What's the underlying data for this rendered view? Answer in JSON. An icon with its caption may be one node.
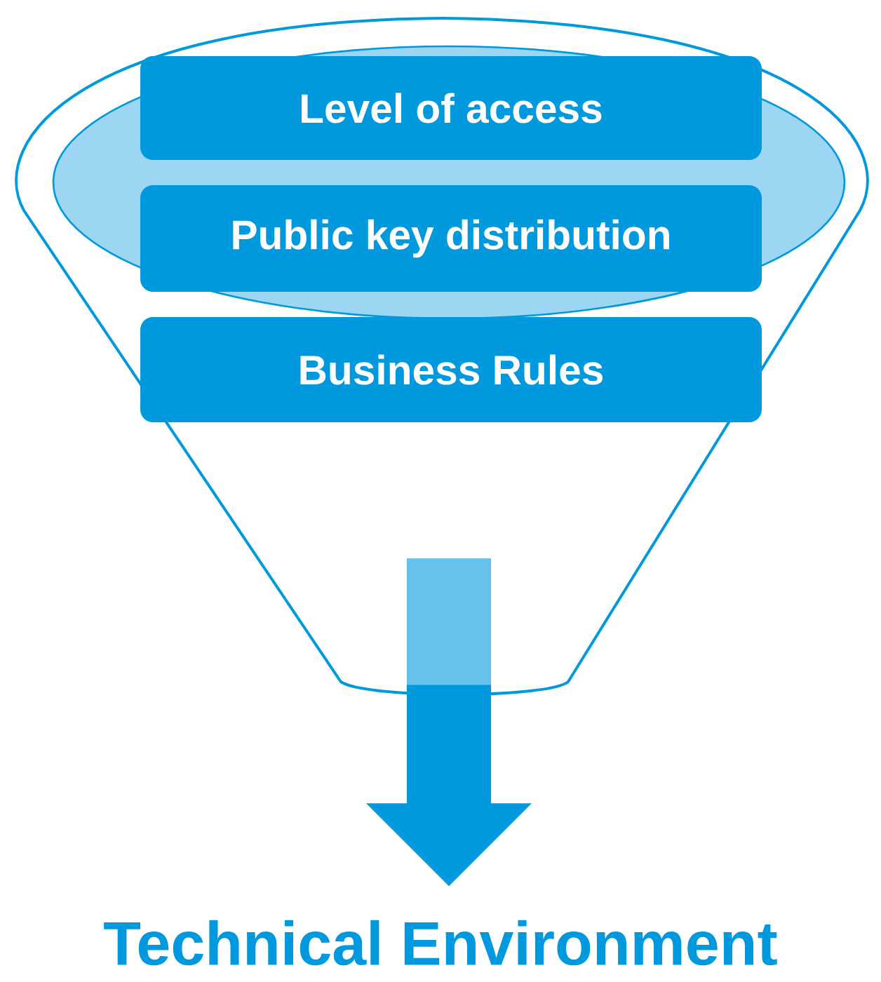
{
  "diagram": {
    "nodes": [
      {
        "text": [],
        "shape": "funnel"
      },
      {
        "text": [
          "Level of access"
        ],
        "in": 0
      },
      {
        "text": [
          "Public key distribution"
        ],
        "in": 0
      },
      {
        "text": [
          "Business Rules"
        ],
        "in": 0
      },
      {
        "text": [
          "Technical Environment"
        ]
      }
    ],
    "edges": [
      {
        "from": 0,
        "to": 4,
        "arrow": "to",
        "style": "thick"
      }
    ]
  }
}
